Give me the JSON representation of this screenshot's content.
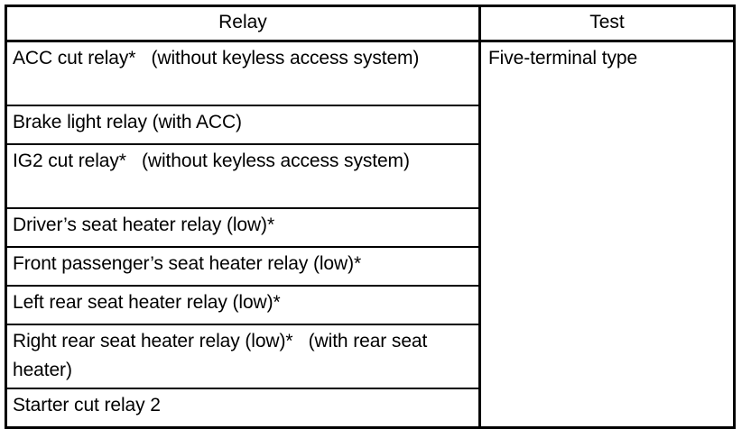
{
  "document": {
    "type": "service-manual-table",
    "background_color": "#ffffff",
    "text_color": "#000000",
    "border_color": "#000000"
  },
  "table": {
    "columns": [
      {
        "key": "relay",
        "header": "Relay",
        "align": "center"
      },
      {
        "key": "test",
        "header": "Test",
        "align": "center"
      }
    ],
    "test_value": "Five-terminal type",
    "rows": [
      {
        "relay": "ACC cut relay*   (without keyless access system)"
      },
      {
        "relay": "Brake light relay (with ACC)"
      },
      {
        "relay": "IG2 cut relay*   (without keyless access system)"
      },
      {
        "relay": "Driver’s seat heater relay (low)*"
      },
      {
        "relay": "Front passenger’s seat heater relay (low)*"
      },
      {
        "relay": "Left rear seat heater relay (low)*"
      },
      {
        "relay": "Right rear seat heater relay (low)*   (with rear seat heater)"
      },
      {
        "relay": "Starter cut relay 2"
      }
    ]
  }
}
